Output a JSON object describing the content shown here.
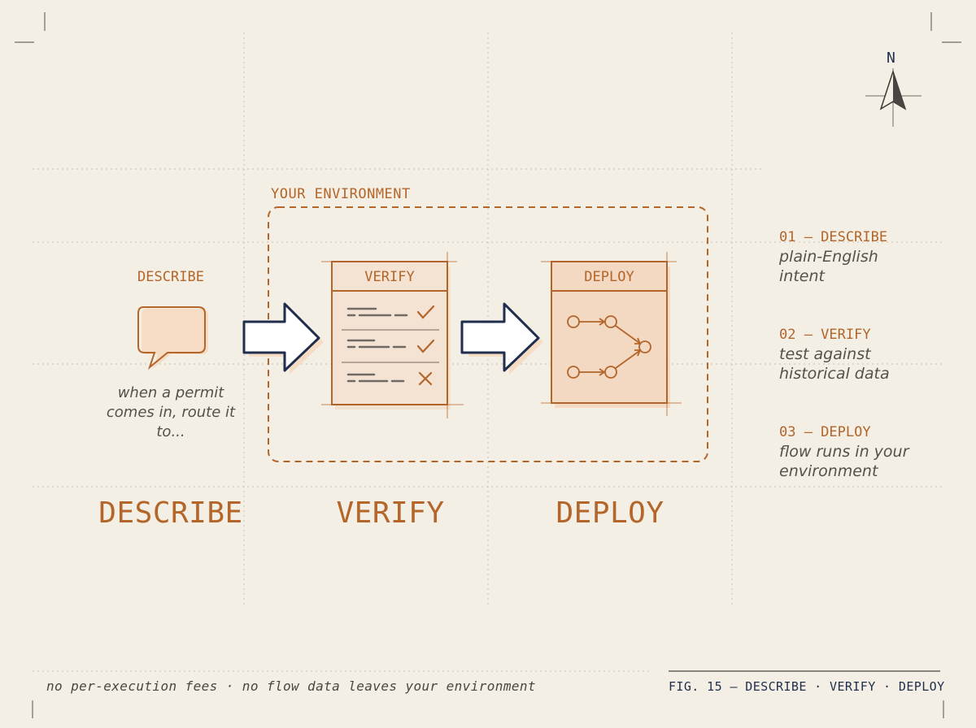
{
  "environment_label": "YOUR ENVIRONMENT",
  "compass": {
    "letter": "N",
    "icon": "north-arrow-icon"
  },
  "stages": {
    "describe": {
      "header": "DESCRIBE",
      "icon": "speech-bubble-icon",
      "caption": "when a permit comes in, route it to...",
      "big_label": "DESCRIBE"
    },
    "verify": {
      "header": "VERIFY",
      "icon": "checklist-icon",
      "checks": [
        "pass",
        "pass",
        "fail"
      ],
      "big_label": "VERIFY"
    },
    "deploy": {
      "header": "DEPLOY",
      "icon": "flow-graph-icon",
      "big_label": "DEPLOY"
    }
  },
  "steps": [
    {
      "heading": "01 — DESCRIBE",
      "description": "plain-English intent"
    },
    {
      "heading": "02 — VERIFY",
      "description": "test against historical data"
    },
    {
      "heading": "03 — DEPLOY",
      "description": "flow runs in your environment"
    }
  ],
  "footer": {
    "note": "no per-execution fees · no flow data leaves your environment",
    "figure_caption": "FIG. 15 — DESCRIBE · VERIFY · DEPLOY"
  },
  "colors": {
    "accent": "#b3652a",
    "navy": "#1f2e4d",
    "background": "#f4efe4",
    "panel_fill": "#f2dcc7"
  }
}
